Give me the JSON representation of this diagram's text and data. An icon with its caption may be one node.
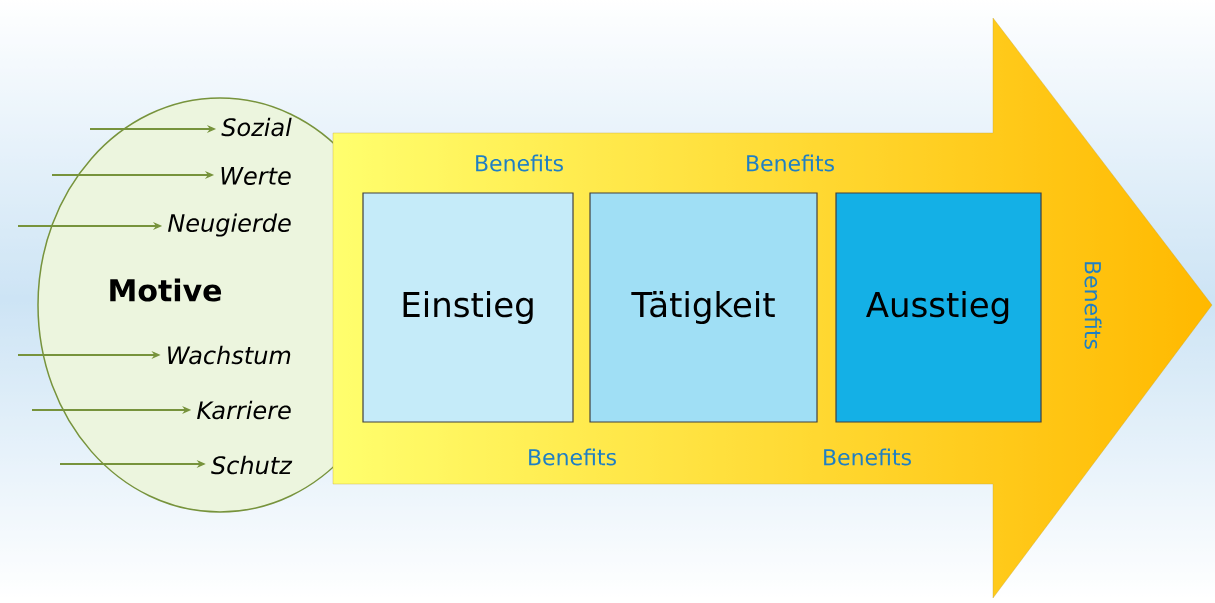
{
  "diagram": {
    "nodes": [
      {
        "text": [
          "Motive"
        ]
      },
      {
        "text": [
          "Sozial"
        ],
        "in": 0
      },
      {
        "text": [
          "Werte"
        ],
        "in": 0
      },
      {
        "text": [
          "Neugierde"
        ],
        "in": 0
      },
      {
        "text": [
          "Wachstum"
        ],
        "in": 0
      },
      {
        "text": [
          "Karriere"
        ],
        "in": 0
      },
      {
        "text": [
          "Schutz"
        ],
        "in": 0
      },
      {
        "text": [
          "Benefits",
          "Benefits",
          "Benefits",
          "Benefits",
          "Benefits"
        ]
      },
      {
        "text": [
          "Einstieg"
        ],
        "in": 7
      },
      {
        "text": [
          "Tätigkeit"
        ],
        "in": 7
      },
      {
        "text": [
          "Ausstieg"
        ],
        "in": 7
      }
    ],
    "edges": [
      {
        "from": null,
        "to": 1,
        "arrow": "to"
      },
      {
        "from": null,
        "to": 2,
        "arrow": "to"
      },
      {
        "from": null,
        "to": 3,
        "arrow": "to"
      },
      {
        "from": null,
        "to": 4,
        "arrow": "to"
      },
      {
        "from": null,
        "to": 5,
        "arrow": "to"
      },
      {
        "from": null,
        "to": 6,
        "arrow": "to"
      }
    ]
  }
}
